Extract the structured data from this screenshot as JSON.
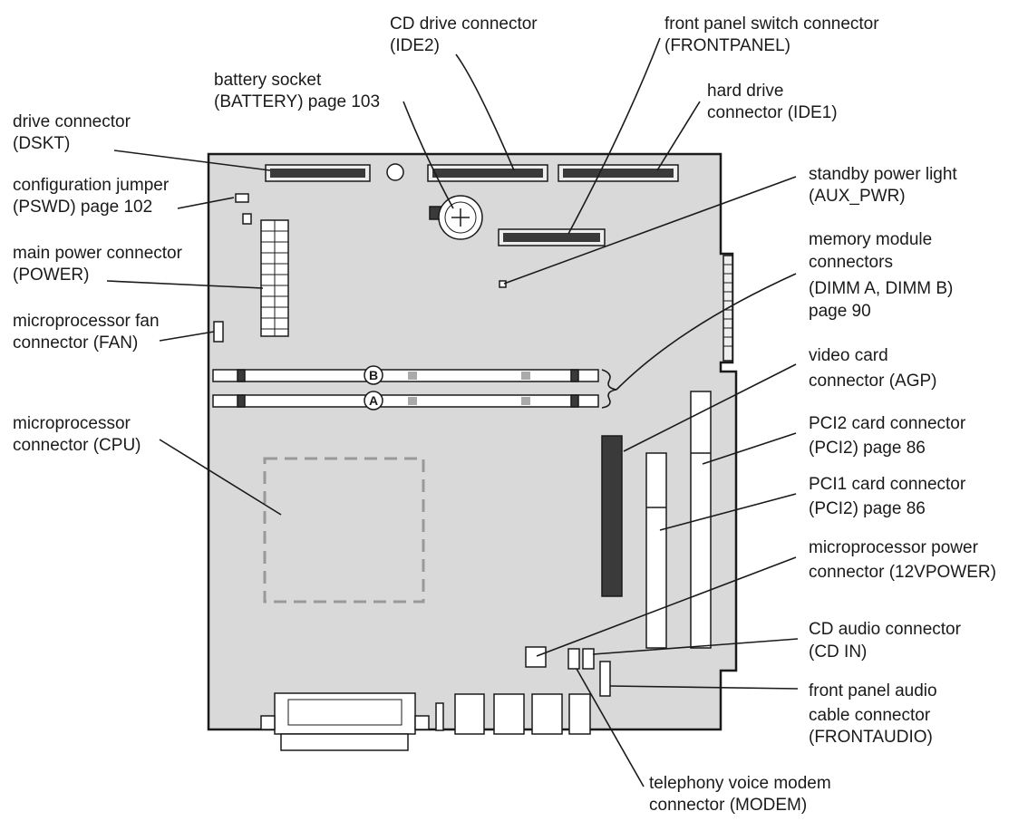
{
  "labels": {
    "cd_drive": [
      "CD drive connector",
      "(IDE2)"
    ],
    "front_panel_switch": [
      "front panel switch connector",
      "(FRONTPANEL)"
    ],
    "battery": [
      "battery socket",
      "(BATTERY) page 103"
    ],
    "hard_drive": [
      "hard drive",
      "connector (IDE1)"
    ],
    "drive": [
      "drive connector",
      "(DSKT)"
    ],
    "config_jumper": [
      "configuration jumper",
      "(PSWD) page 102"
    ],
    "standby_light": [
      "standby power light",
      "(AUX_PWR)"
    ],
    "main_power": [
      "main power connector",
      "(POWER)"
    ],
    "memory": [
      "memory module",
      "connectors",
      "(DIMM A, DIMM B)",
      "page 90"
    ],
    "cpu_fan": [
      "microprocessor fan",
      "connector (FAN)"
    ],
    "video": [
      "video card",
      "connector (AGP)"
    ],
    "cpu": [
      "microprocessor",
      "connector (CPU)"
    ],
    "pci2": [
      "PCI2 card connector",
      "(PCI2) page 86"
    ],
    "pci1": [
      "PCI1 card connector",
      "(PCI2) page 86"
    ],
    "cpu_power": [
      "microprocessor power",
      "connector (12VPOWER)"
    ],
    "cd_audio": [
      "CD audio connector",
      "(CD IN)"
    ],
    "front_audio": [
      "front panel audio",
      "cable connector",
      "(FRONTAUDIO)"
    ],
    "modem": [
      "telephony voice modem",
      "connector (MODEM)"
    ]
  },
  "dimm_marks": {
    "dimm_b": "B",
    "dimm_a": "A"
  },
  "colors": {
    "board": "#d9d9d9",
    "ink": "#1a1a1a",
    "background": "#ffffff"
  }
}
